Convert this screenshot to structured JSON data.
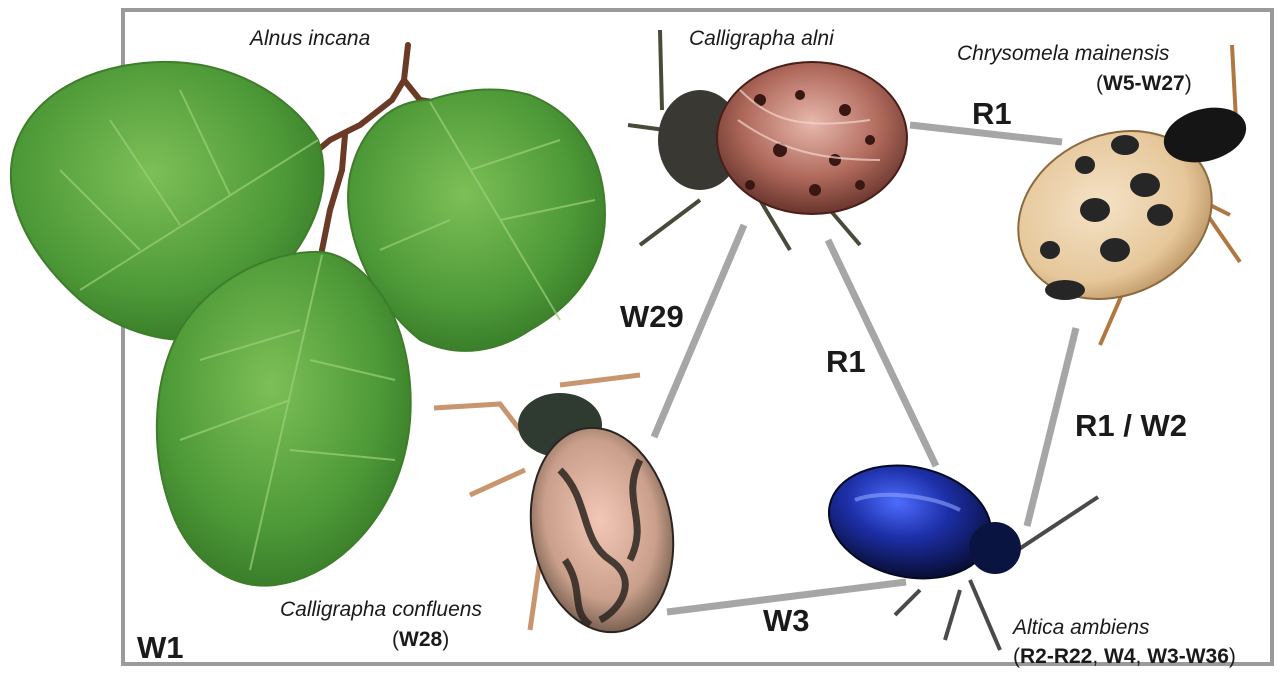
{
  "frame_label": "W1",
  "plant": {
    "name": "Alnus incana"
  },
  "species": [
    {
      "id": "calligrapha-alni",
      "name": "Calligrapha alni"
    },
    {
      "id": "chrysomela-mainensis",
      "name": "Chrysomela mainensis",
      "sites": "W5-W27"
    },
    {
      "id": "calligrapha-confluens",
      "name": "Calligrapha confluens",
      "sites": "W28"
    },
    {
      "id": "altica-ambiens",
      "name": "Altica ambiens",
      "sites_parts": [
        "R2-R22",
        "W4",
        "W3-W36"
      ]
    }
  ],
  "edges": [
    {
      "from": "calligrapha-alni",
      "to": "chrysomela-mainensis",
      "label": "R1"
    },
    {
      "from": "calligrapha-alni",
      "to": "calligrapha-confluens",
      "label": "W29"
    },
    {
      "from": "calligrapha-alni",
      "to": "altica-ambiens",
      "label": "R1"
    },
    {
      "from": "chrysomela-mainensis",
      "to": "altica-ambiens",
      "label": "R1 / W2"
    },
    {
      "from": "calligrapha-confluens",
      "to": "altica-ambiens",
      "label": "W3"
    }
  ],
  "colors": {
    "frame": "#9a9a9a",
    "edge": "#a6a6a6",
    "leaf": "#4e9a38",
    "text": "#1a1a1a"
  }
}
